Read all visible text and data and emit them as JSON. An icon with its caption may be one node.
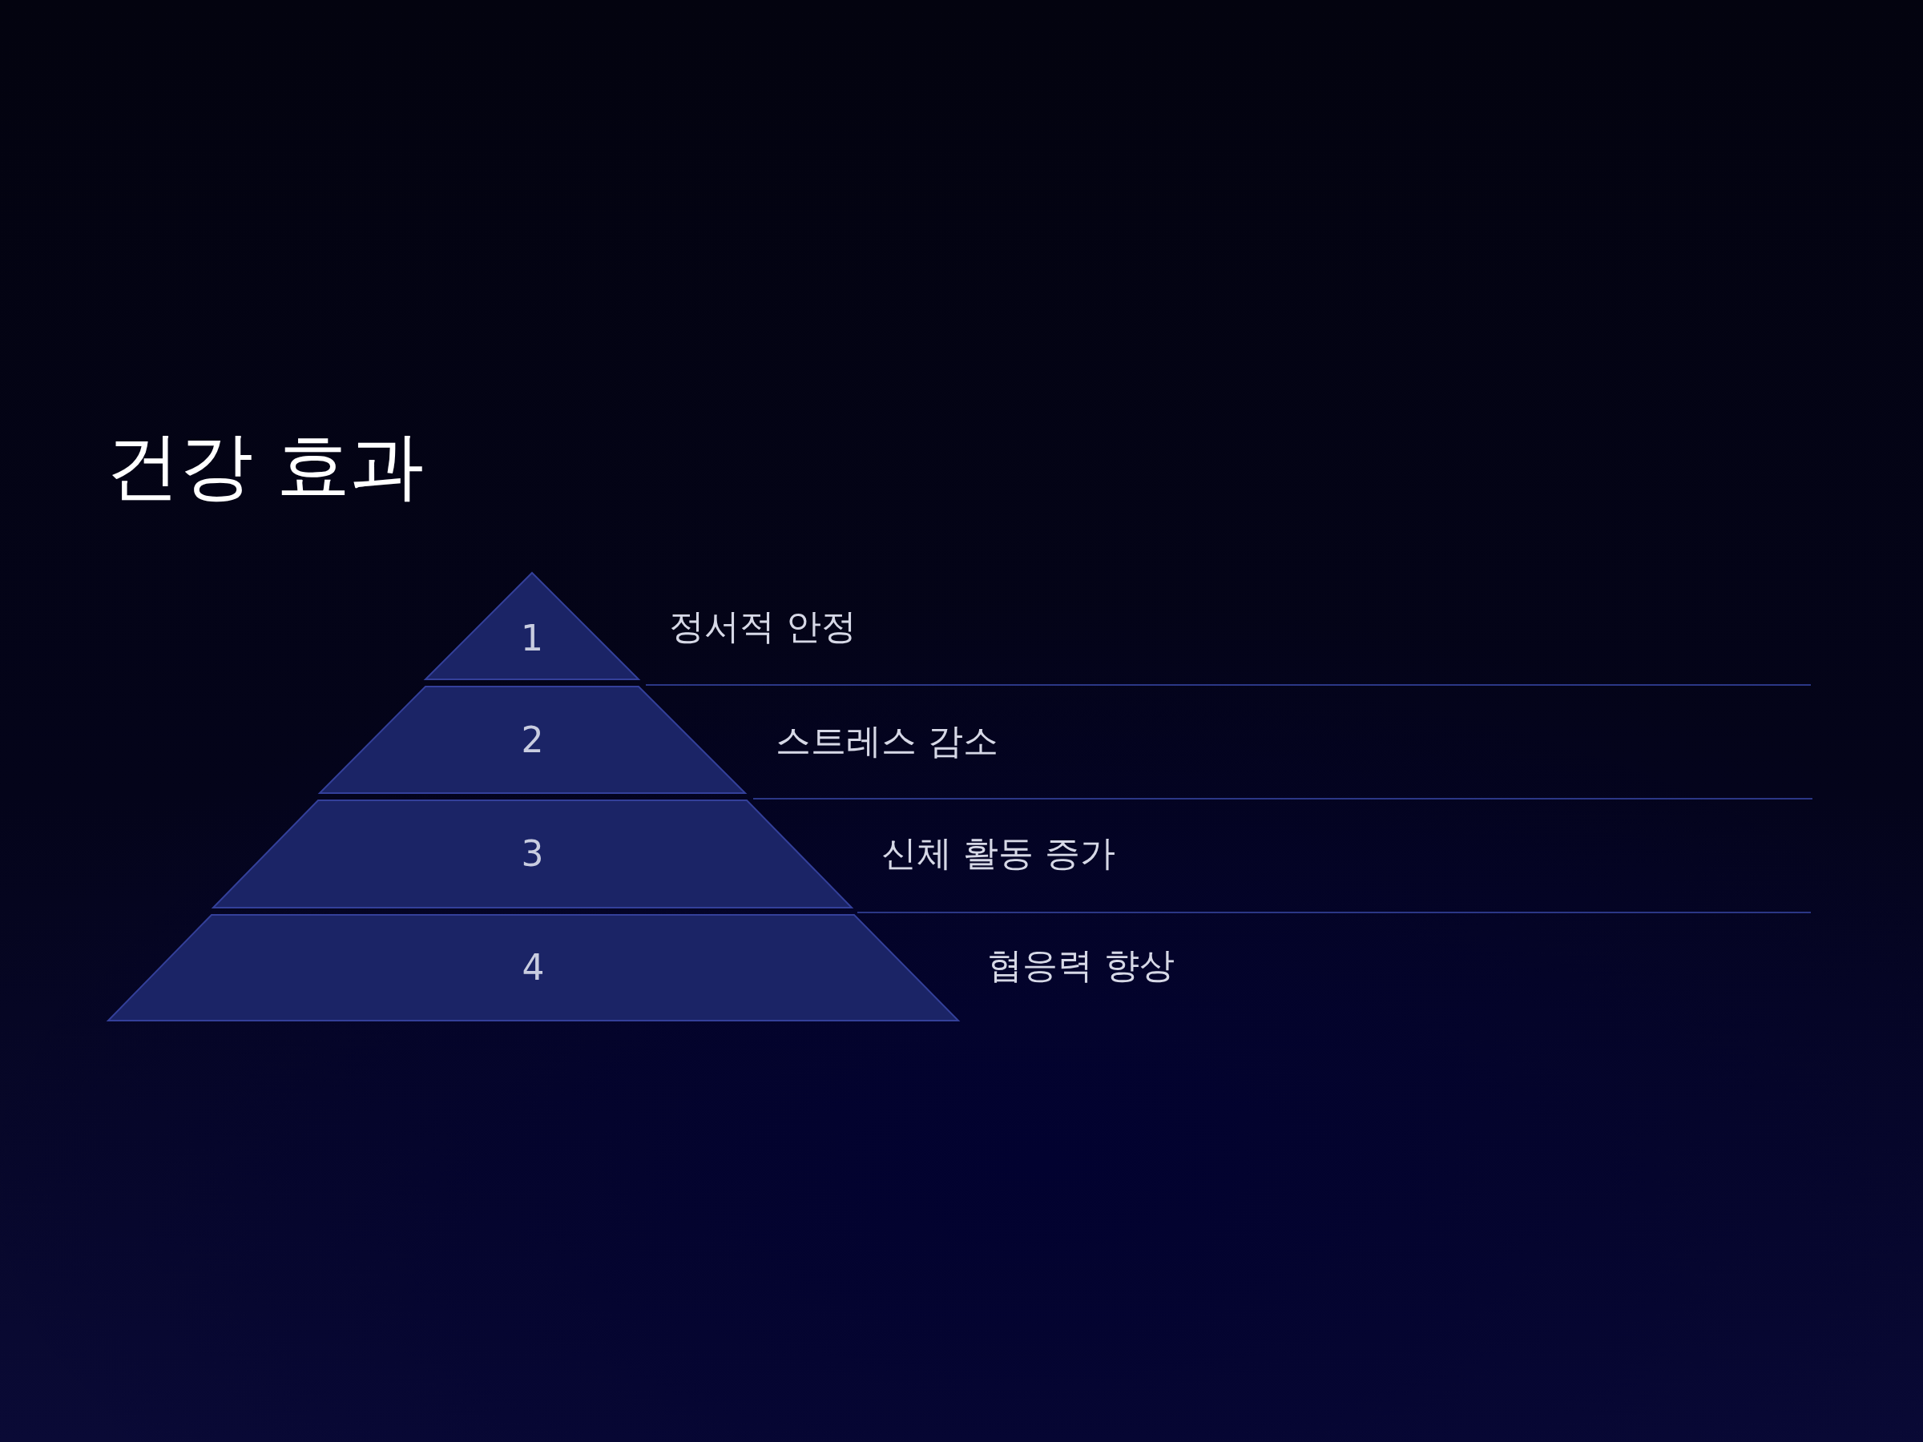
{
  "diagram": {
    "title": "건강 효과",
    "nodes": [
      {
        "text": [
          "1"
        ],
        "beside": [
          "정서적 안정"
        ]
      },
      {
        "text": [
          "2"
        ],
        "beside": [
          "스트레스 감소"
        ]
      },
      {
        "text": [
          "3"
        ],
        "beside": [
          "신체 활동 증가"
        ]
      },
      {
        "text": [
          "4"
        ],
        "beside": [
          "협응력 향상"
        ]
      }
    ],
    "edges": []
  }
}
